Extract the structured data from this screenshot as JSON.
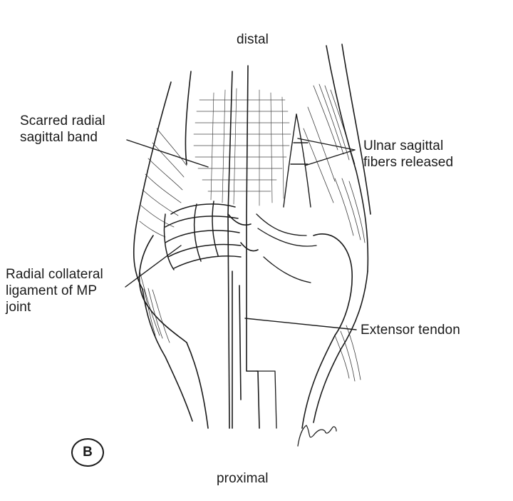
{
  "figure": {
    "orientation_top": "distal",
    "orientation_bottom": "proximal",
    "panel_letter": "B"
  },
  "labels": {
    "scarred_band": [
      "Scarred radial",
      "sagittal band"
    ],
    "ulnar_fibers": [
      "Ulnar sagittal",
      "fibers released"
    ],
    "radial_collateral": [
      "Radial collateral",
      "ligament of MP",
      "joint"
    ],
    "extensor_tendon": "Extensor tendon"
  },
  "colors": {
    "ink": "#1a1a1a",
    "background": "#ffffff"
  }
}
